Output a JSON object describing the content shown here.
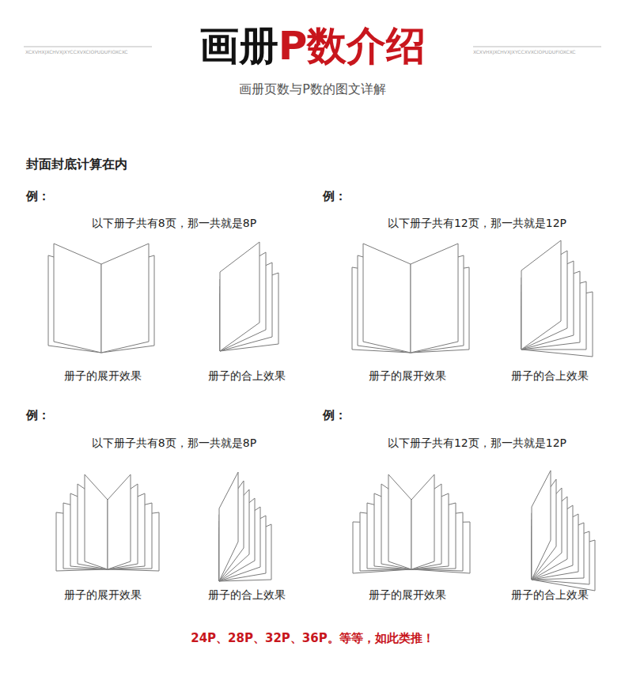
{
  "diagram": {
    "title": "画册P数介绍",
    "labels": [
      "XCXVHXJXCHVXJXYCCXVXCIOPUDUFIOXCXC",
      "XCXVHXJXCHVXJXYCCXVXCIOPUDUFIOXCXC",
      "画册页数与P数的图文详解",
      "封面封底计算在内",
      "例：",
      "以下册子共有8页，那一共就是8P",
      "册子的展开效果",
      "册子的合上效果",
      "例：",
      "以下册子共有12页，那一共就是12P",
      "册子的展开效果",
      "册子的合上效果",
      "例：",
      "以下册子共有8页，那一共就是8P",
      "册子的展开效果",
      "册子的合上效果",
      "例：",
      "以下册子共有12页，那一共就是12P",
      "册子的展开效果",
      "册子的合上效果",
      "24P、28P、32P、36P。等等，如此类推！"
    ]
  }
}
